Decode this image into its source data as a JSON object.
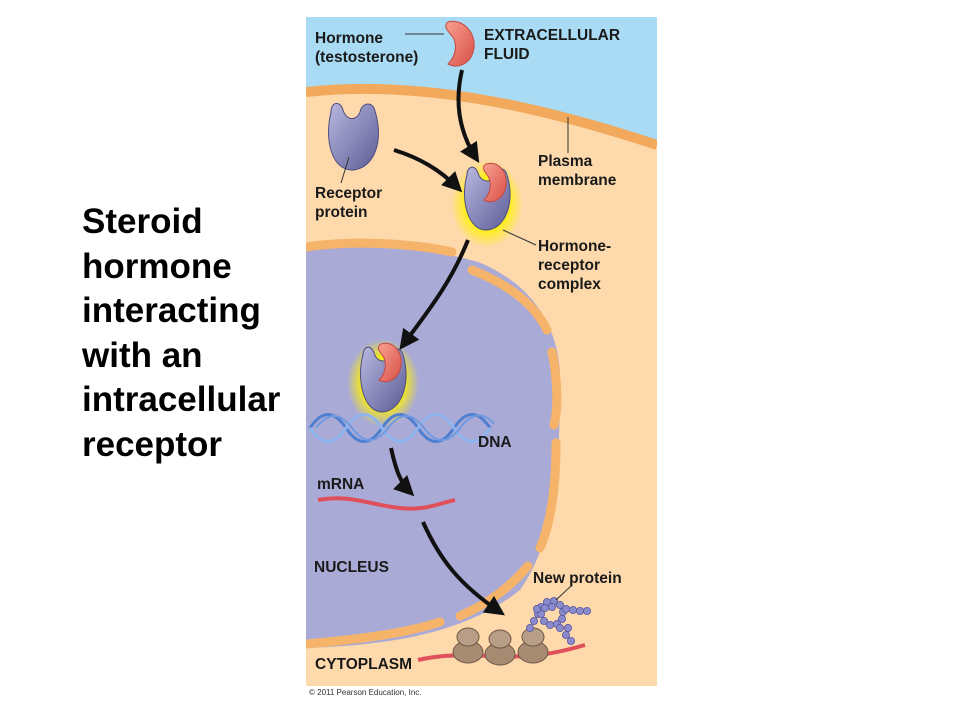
{
  "slide": {
    "title": "Steroid\nhormone\ninteracting\nwith an\nintracellular\nreceptor"
  },
  "figure": {
    "labels": {
      "hormone": [
        "Hormone",
        "(testosterone)"
      ],
      "extracellular": [
        "EXTRACELLULAR",
        "FLUID"
      ],
      "plasma": [
        "Plasma",
        "membrane"
      ],
      "receptor": [
        "Receptor",
        "protein"
      ],
      "complex": [
        "Hormone-",
        "receptor",
        "complex"
      ],
      "dna": "DNA",
      "mrna": "mRNA",
      "nucleus": "NUCLEUS",
      "new_protein": "New protein",
      "cytoplasm": "CYTOPLASM"
    },
    "colors": {
      "extracellular": "#a9dbf4",
      "cytoplasm": "#fdd9ac",
      "membrane": "#f6b46a",
      "nucleus": "#aaaad6",
      "receptor": "#7f7fb4",
      "hormone": "#e8716a",
      "glow": "#fff200",
      "dna": "#5b8fd8",
      "mrna": "#e0505a",
      "ribosome": "#a68a72",
      "new_protein": "#8a8acc"
    },
    "copyright": "© 2011 Pearson Education, Inc."
  }
}
